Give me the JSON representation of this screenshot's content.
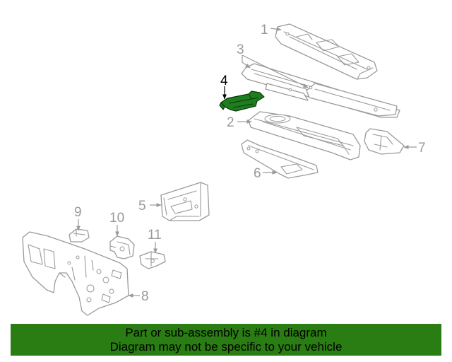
{
  "callouts": [
    "1",
    "2",
    "3",
    "4",
    "5",
    "6",
    "7",
    "8",
    "9",
    "10",
    "11"
  ],
  "highlighted_part": "4",
  "banner": {
    "line1": "Part or sub-assembly is #4 in diagram",
    "line2": "Diagram may not be specific to your vehicle",
    "color": "#2a7d12"
  },
  "colors": {
    "highlight_fill": "#1e7d1e",
    "line_art": "#9a9a9a"
  }
}
